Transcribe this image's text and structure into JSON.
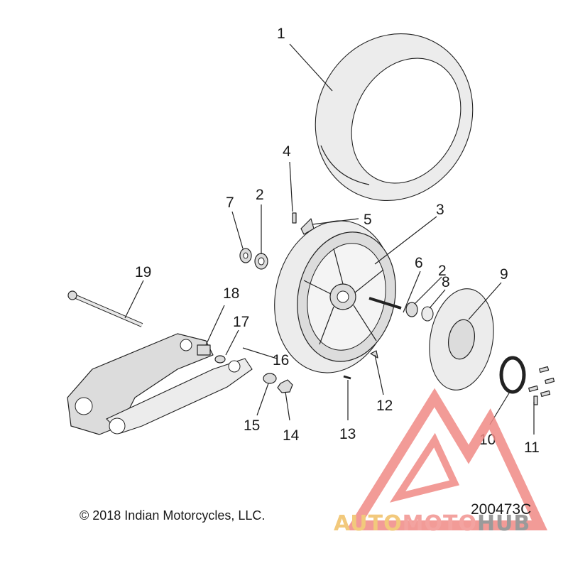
{
  "diagram": {
    "callouts": [
      "1",
      "2",
      "3",
      "4",
      "5",
      "6",
      "7",
      "8",
      "9",
      "10",
      "11",
      "12",
      "13",
      "14",
      "15",
      "16",
      "17",
      "18",
      "19",
      "2"
    ]
  },
  "footer": {
    "copyright": "© 2018 Indian Motorcycles, LLC.",
    "drawing_id": "200473C"
  },
  "watermark": {
    "part1": "AUTO",
    "part2": "MOTO",
    "part3": "HUB",
    "colors": {
      "auto": "#f2c97c",
      "moto": "#f3a3a0",
      "hub": "#9a9a9a",
      "triangle": "#f08a86"
    }
  }
}
